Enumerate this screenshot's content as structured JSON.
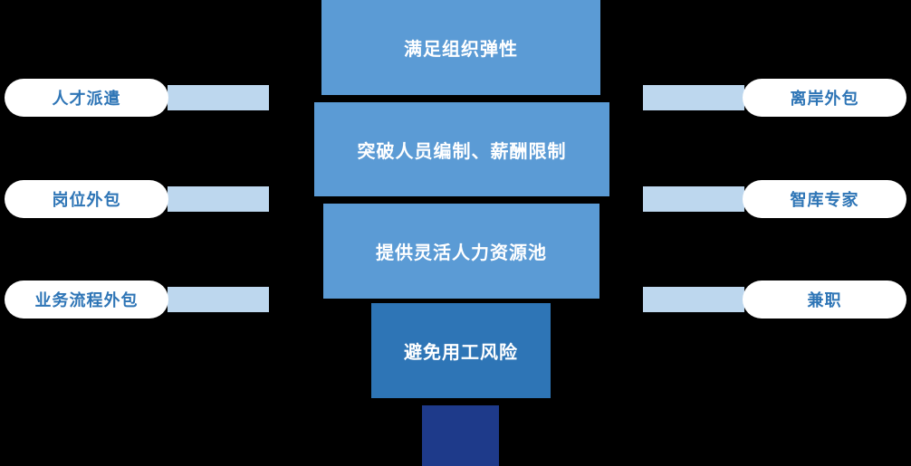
{
  "diagram": {
    "title": "flexible-staffing-value-funnel",
    "center_blocks": [
      {
        "label": "满足组织弹性"
      },
      {
        "label": "突破人员编制、薪酬限制"
      },
      {
        "label": "提供灵活人力资源池"
      },
      {
        "label": "避免用工风险"
      }
    ],
    "left_items": [
      {
        "label": "人才派遣"
      },
      {
        "label": "岗位外包"
      },
      {
        "label": "业务流程外包"
      }
    ],
    "right_items": [
      {
        "label": "离岸外包"
      },
      {
        "label": "智库专家"
      },
      {
        "label": "兼职"
      }
    ],
    "colors": {
      "background": "#000000",
      "funnel_blue": "#5B9BD5",
      "funnel_dark_blue": "#2E75B6",
      "stub_navy": "#1E3A8A",
      "connector_blue": "#BDD7EE",
      "pill_bg": "#FFFFFF",
      "pill_text": "#2E75B6"
    }
  }
}
